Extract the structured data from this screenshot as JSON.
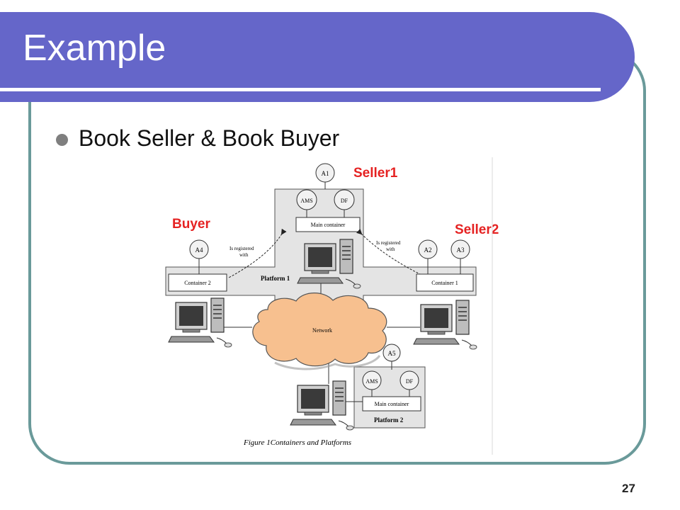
{
  "slide": {
    "title": "Example",
    "bullet": "Book Seller & Book Buyer",
    "page_number": "27"
  },
  "labels": {
    "seller1": "Seller1",
    "buyer": "Buyer",
    "seller2": "Seller2"
  },
  "diagram": {
    "agents": {
      "a1": "A1",
      "a2": "A2",
      "a3": "A3",
      "a4": "A4",
      "a5": "A5"
    },
    "ams": "AMS",
    "df": "DF",
    "main_container": "Main container",
    "container_1": "Container 1",
    "container_2": "Container 2",
    "platform_1": "Platform 1",
    "platform_2": "Platform 2",
    "network": "Network",
    "registered_line1": "Is registered",
    "registered_line2": "with",
    "caption": "Figure 1Containers and Platforms"
  },
  "colors": {
    "title_bar": "#6566c9",
    "frame": "#6a9a9a",
    "label_red": "#e52222",
    "network_fill": "#f7c08f"
  }
}
